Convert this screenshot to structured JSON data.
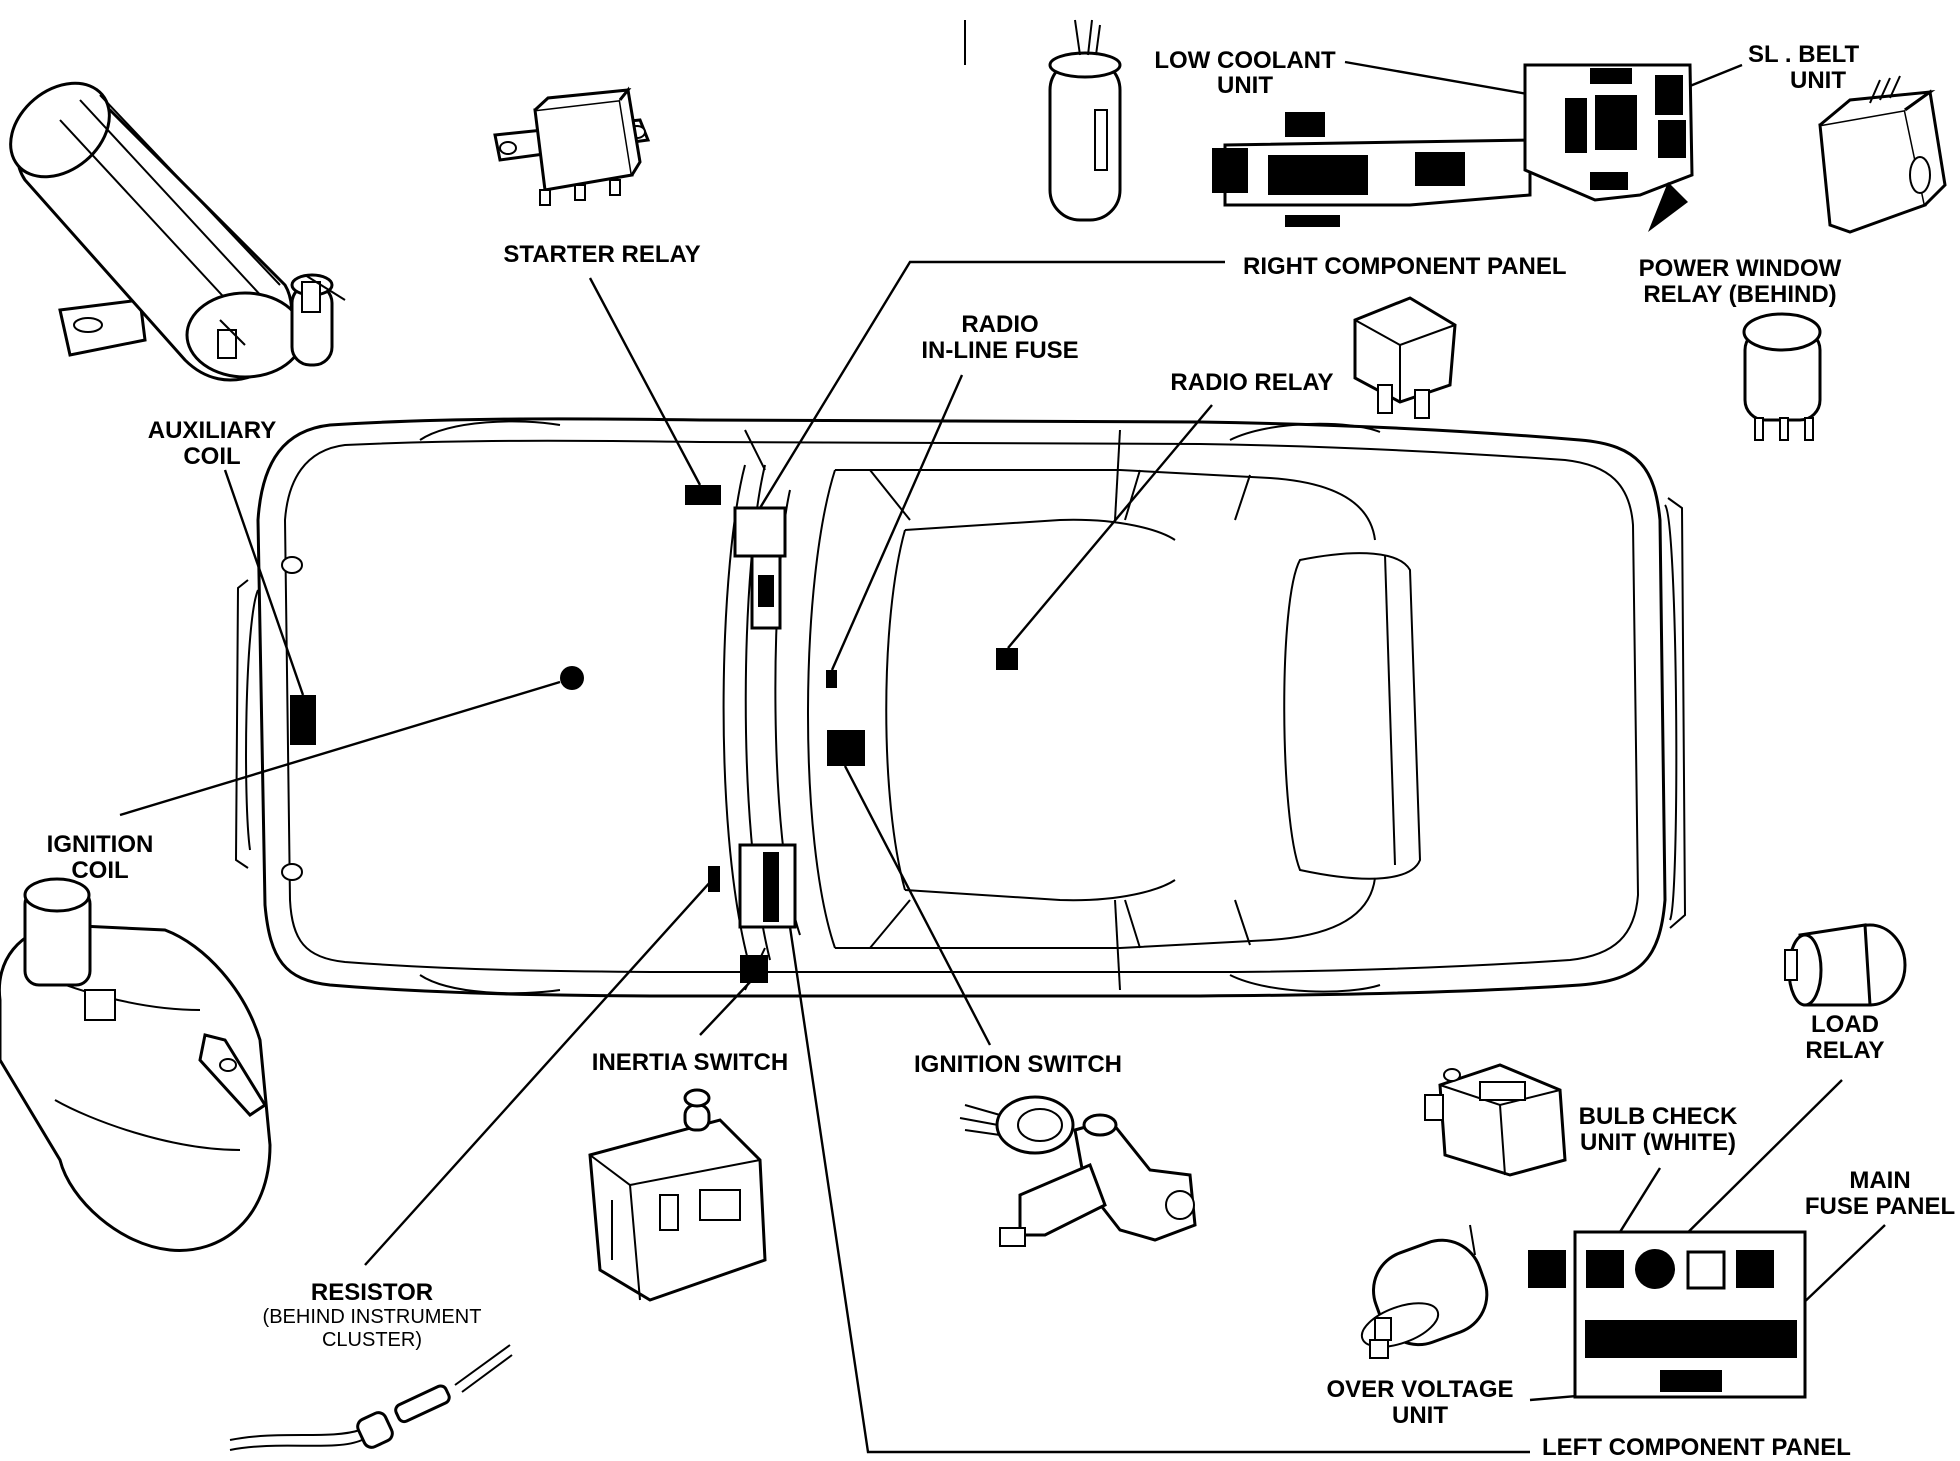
{
  "labels": {
    "low_coolant": [
      "LOW COOLANT",
      "UNIT"
    ],
    "seat_belt": [
      "SL  . BELT",
      "UNIT"
    ],
    "starter_relay": "STARTER RELAY",
    "right_component_panel": "RIGHT COMPONENT PANEL",
    "power_window": [
      "POWER WINDOW",
      "RELAY (BEHIND)"
    ],
    "radio_fuse": [
      "RADIO",
      "IN-LINE FUSE"
    ],
    "radio_relay": "RADIO RELAY",
    "auxiliary_coil": [
      "AUXILIARY",
      "COIL"
    ],
    "ignition_coil": [
      "IGNITION",
      "COIL"
    ],
    "inertia_switch": "INERTIA SWITCH",
    "ignition_switch": "IGNITION SWITCH",
    "load_relay": [
      "LOAD",
      "RELAY"
    ],
    "bulb_check": [
      "BULB CHECK",
      "UNIT (WHITE)"
    ],
    "main_fuse": [
      "MAIN",
      "FUSE PANEL"
    ],
    "resistor": [
      "RESISTOR",
      "(BEHIND INSTRUMENT",
      "CLUSTER)"
    ],
    "over_voltage": [
      "OVER VOLTAGE",
      "UNIT"
    ],
    "left_component_panel": "LEFT COMPONENT PANEL"
  },
  "icons": [
    "coil-icon",
    "relay-icon",
    "capacitor-icon",
    "inertia-switch-icon",
    "ignition-switch-icon",
    "resistor-icon",
    "flasher-icon"
  ]
}
